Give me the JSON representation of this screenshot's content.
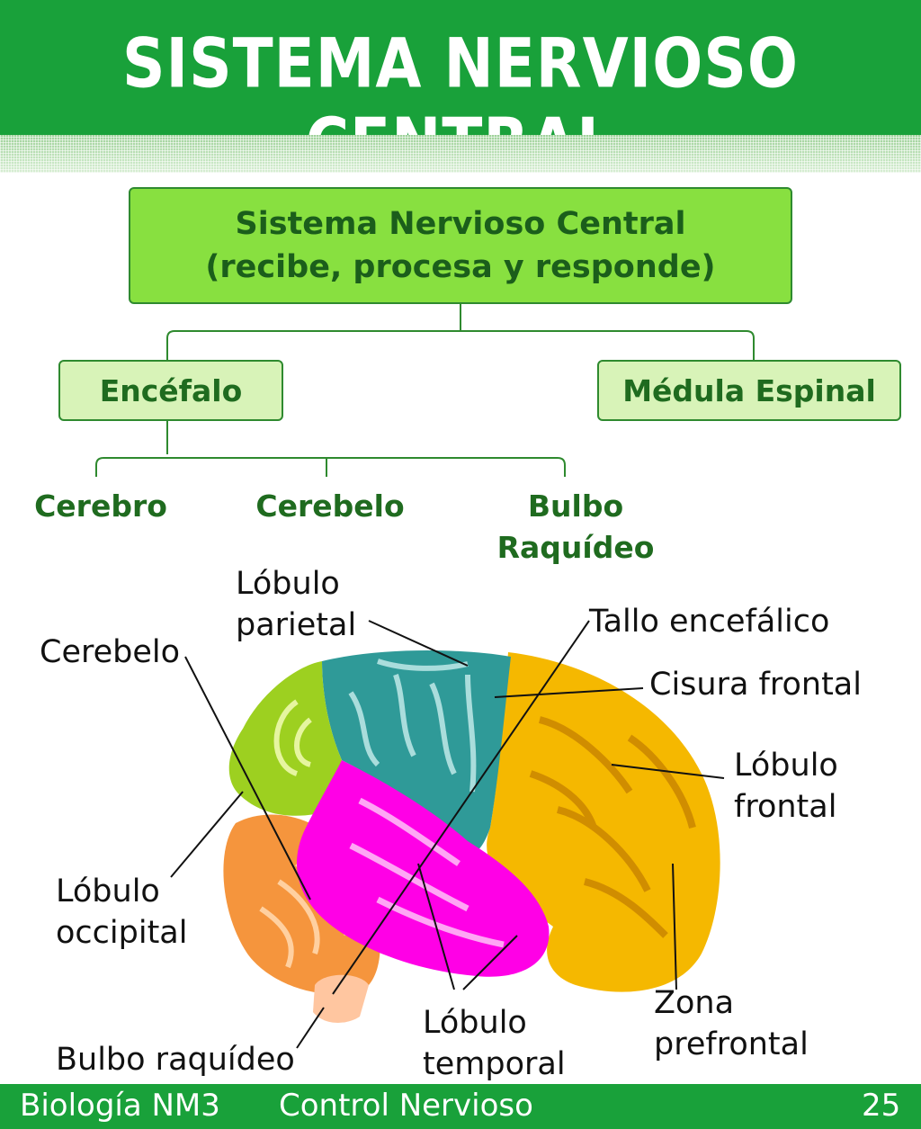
{
  "header": {
    "title": "SISTEMA NERVIOSO CENTRAL"
  },
  "root": {
    "line1": "Sistema Nervioso Central",
    "line2": "(recibe, procesa y responde)"
  },
  "children": {
    "encefalo": "Encéfalo",
    "medula": "Médula Espinal"
  },
  "encefalo_parts": {
    "cerebro": "Cerebro",
    "cerebelo": "Cerebelo",
    "bulbo_line1": "Bulbo",
    "bulbo_line2": "Raquídeo"
  },
  "brain_labels": {
    "lobulo_parietal_1": "Lóbulo",
    "lobulo_parietal_2": "parietal",
    "cerebelo": "Cerebelo",
    "tallo": "Tallo encefálico",
    "cisura": "Cisura frontal",
    "lobulo_frontal_1": "Lóbulo",
    "lobulo_frontal_2": "frontal",
    "lobulo_occipital_1": "Lóbulo",
    "lobulo_occipital_2": "occipital",
    "zona_pref_1": "Zona",
    "zona_pref_2": "prefrontal",
    "lobulo_temporal_1": "Lóbulo",
    "lobulo_temporal_2": "temporal",
    "bulbo": "Bulbo raquídeo"
  },
  "footer": {
    "course": "Biología NM3",
    "topic": "Control Nervioso",
    "page": "25"
  },
  "colors": {
    "header_green": "#19a13a",
    "root_box": "#88e040",
    "sub_box": "#d8f3b8",
    "parietal": "#2f9a98",
    "frontal": "#f5b800",
    "temporal": "#ff00e6",
    "occipital": "#9dd020",
    "cerebellum": "#f5953d"
  }
}
